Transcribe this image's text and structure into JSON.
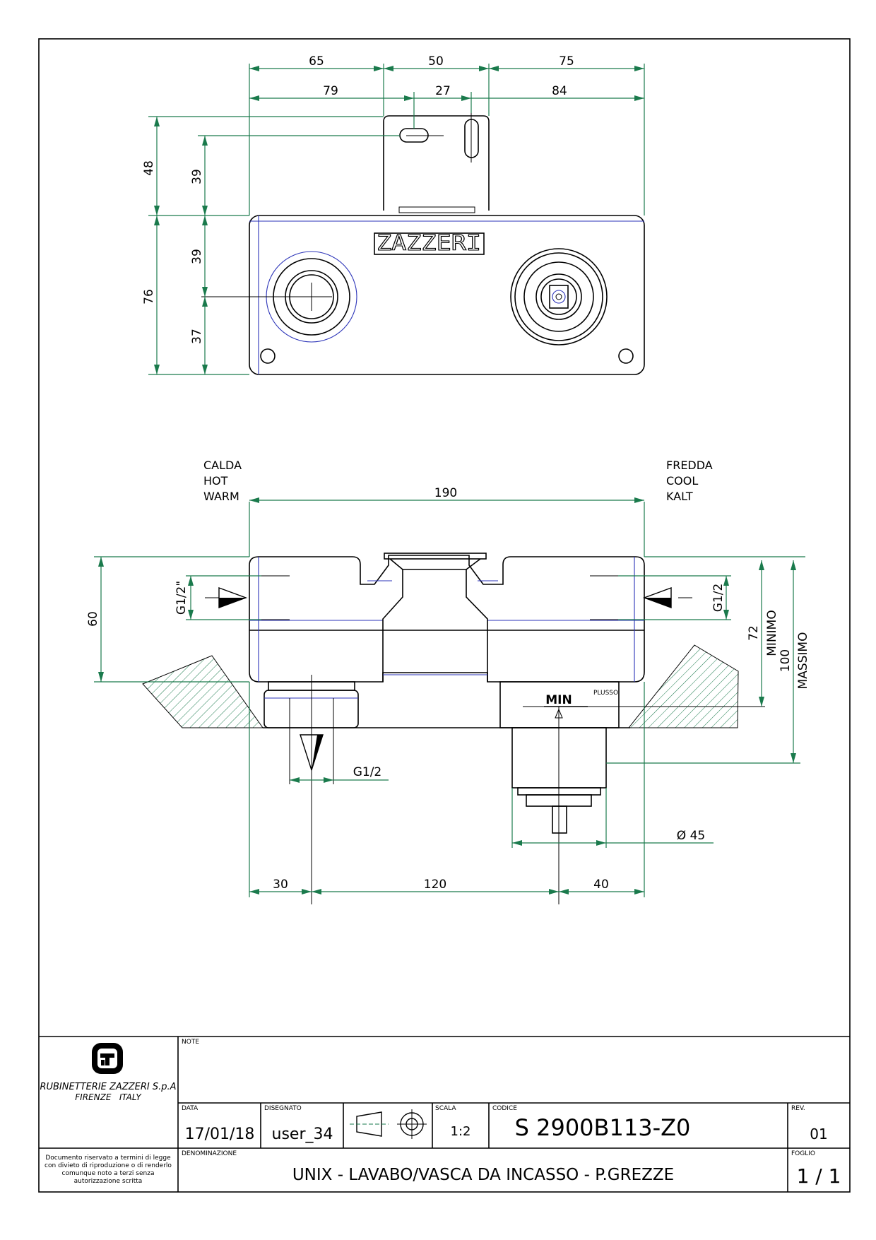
{
  "drawing": {
    "brand_logo_text": "ZAZZERI",
    "top_dimensions": {
      "row1": [
        "65",
        "50",
        "75"
      ],
      "row2": [
        "79",
        "27",
        "84"
      ],
      "left_outer": [
        "48",
        "76"
      ],
      "left_inner": [
        "39",
        "39",
        "37"
      ]
    },
    "hot_labels": [
      "CALDA",
      "HOT",
      "WARM"
    ],
    "cold_labels": [
      "FREDDA",
      "COOL",
      "KALT"
    ],
    "width_190": "190",
    "height_60": "60",
    "g12_left": "G1/2\"",
    "g12_right": "G1/2",
    "g12_bottom": "G1/2",
    "minimo_value": "72",
    "minimo_label": "MINIMO",
    "massimo_value": "100",
    "massimo_label": "MASSIMO",
    "min_mark": "MIN",
    "diameter_label": "Ø 45",
    "bottom_dimensions": [
      "30",
      "120",
      "40"
    ]
  },
  "title_block": {
    "company_line1": "RUBINETTERIE ZAZZERI S.p.A",
    "company_line2": "FIRENZE   ITALY",
    "disclaimer": [
      "Documento riservato a termini di legge",
      "con divieto di riproduzione o di renderlo",
      "comunque noto a terzi senza",
      "autorizzazione scritta"
    ],
    "note_label": "NOTE",
    "data_label": "DATA",
    "data_value": "17/01/18",
    "disegnato_label": "DISEGNATO",
    "disegnato_value": "user_34",
    "scala_label": "SCALA",
    "scala_value": "1:2",
    "codice_label": "CODICE",
    "codice_value": "S 2900B113-Z0",
    "rev_label": "REV.",
    "rev_value": "01",
    "denominazione_label": "DENOMINAZIONE",
    "denominazione_value": "UNIX - LAVABO/VASCA DA INCASSO - P.GREZZE",
    "foglio_label": "FOGLIO",
    "foglio_value": "1 / 1"
  }
}
